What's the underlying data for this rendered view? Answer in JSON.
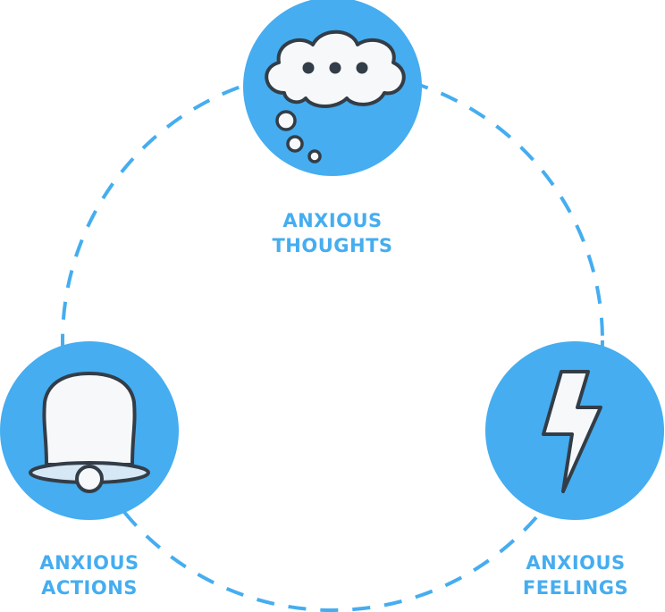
{
  "colors": {
    "accent": "#45adf0",
    "outline": "#333d47",
    "fill": "#f7f8fa",
    "background": "#ffffff"
  },
  "nodes": [
    {
      "id": "thoughts",
      "icon": "thought-cloud-icon",
      "label_line1": "ANXIOUS",
      "label_line2": "THOUGHTS"
    },
    {
      "id": "actions",
      "icon": "bell-icon",
      "label_line1": "ANXIOUS",
      "label_line2": "ACTIONS"
    },
    {
      "id": "feelings",
      "icon": "lightning-bolt-icon",
      "label_line1": "ANXIOUS",
      "label_line2": "FEELINGS"
    }
  ]
}
